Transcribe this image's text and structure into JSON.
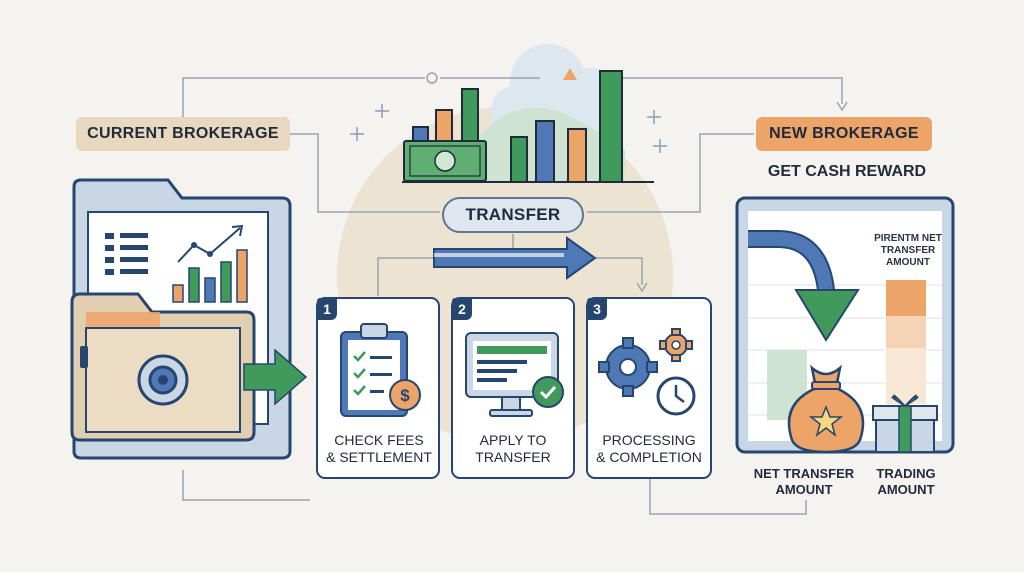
{
  "labels": {
    "current_brokerage": "CURRENT BROKERAGE",
    "new_brokerage": "NEW BROKERAGE",
    "cash_reward": "GET CASH REWARD",
    "transfer": "TRANSFER"
  },
  "steps": [
    {
      "number": "1",
      "label_line1": "CHECK FEES",
      "label_line2": "& SETTLEMENT",
      "icon": "clipboard-checklist-icon"
    },
    {
      "number": "2",
      "label_line1": "APPLY TO",
      "label_line2": "TRANSFER",
      "icon": "computer-monitor-check-icon"
    },
    {
      "number": "3",
      "label_line1": "PROCESSING",
      "label_line2": "& COMPLETION",
      "icon": "gears-clock-icon"
    }
  ],
  "new_brokerage_panel": {
    "note_line1": "PIRENTM NET",
    "note_line2": "TRANSFER",
    "note_line3": "AMOUNT",
    "bottom_left_line1": "NET TRANSFER",
    "bottom_left_line2": "AMOUNT",
    "bottom_right_line1": "TRADING",
    "bottom_right_line2": "AMOUNT"
  },
  "colors": {
    "navy": "#26466f",
    "green": "#3f9a5c",
    "orange": "#eda468",
    "beige": "#e7d8bf",
    "blue": "#4f78b6"
  }
}
